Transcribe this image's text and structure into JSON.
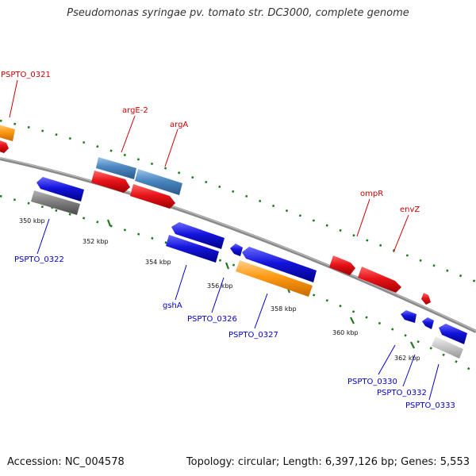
{
  "title": "Pseudomonas syringae pv. tomato str. DC3000, complete genome",
  "footer": {
    "accession": "Accession: NC_004578",
    "stats": "Topology: circular; Length: 6,397,126 bp; Genes: 5,553"
  },
  "colors": {
    "forward_gene": "#e8141a",
    "reverse_gene": "#1414dc",
    "rrna_steelblue": "#4a86c0",
    "orange_gene": "#ff9a14",
    "gray_gene": "#808080",
    "lightgray_gene": "#c8c8c8",
    "backbone": "#8a8a8a",
    "ticks": "#1e7a1e",
    "label_forward": "#cc0000",
    "label_reverse": "#0000cc"
  },
  "scale_labels": [
    "350 kbp",
    "352 kbp",
    "354 kbp",
    "356 kbp",
    "358 kbp",
    "360 kbp",
    "362 kbp"
  ],
  "genes_forward": [
    {
      "label": "PSPTO_0321",
      "color": "orange"
    },
    {
      "label": "",
      "color": "red"
    },
    {
      "label": "argE-2",
      "color": "steelblue"
    },
    {
      "label": "",
      "color": "red"
    },
    {
      "label": "argA",
      "color": "steelblue"
    },
    {
      "label": "",
      "color": "red"
    },
    {
      "label": "ompR",
      "color": "red"
    },
    {
      "label": "envZ",
      "color": "red"
    },
    {
      "label": "",
      "color": "red"
    }
  ],
  "genes_reverse": [
    {
      "label": "",
      "color": "blue"
    },
    {
      "label": "PSPTO_0322",
      "color": "gray"
    },
    {
      "label": "",
      "color": "blue"
    },
    {
      "label": "gshA",
      "color": "blue"
    },
    {
      "label": "PSPTO_0326",
      "color": "blue"
    },
    {
      "label": "",
      "color": "blue"
    },
    {
      "label": "PSPTO_0327",
      "color": "orange"
    },
    {
      "label": "PSPTO_0330",
      "color": "blue"
    },
    {
      "label": "PSPTO_0332",
      "color": "blue"
    },
    {
      "label": "",
      "color": "blue"
    },
    {
      "label": "PSPTO_0333",
      "color": "lightgray"
    }
  ]
}
